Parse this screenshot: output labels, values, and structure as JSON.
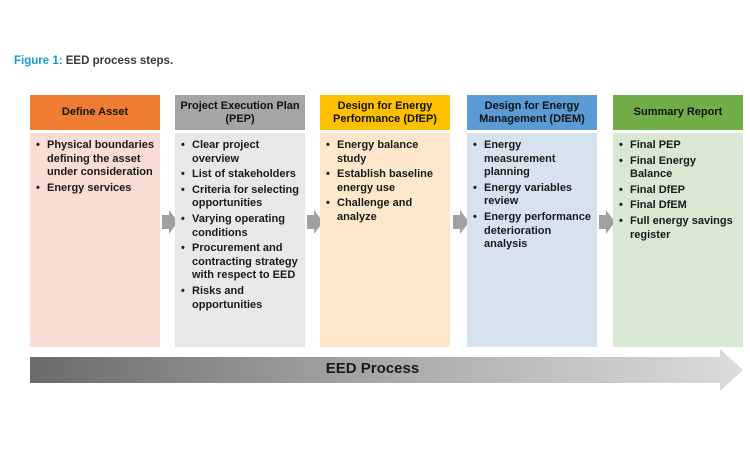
{
  "caption": {
    "lead": "Figure 1:",
    "text": "EED process steps."
  },
  "steps": [
    {
      "title": "Define Asset",
      "items": [
        "Physical boundaries defining the asset under consideration",
        "Energy services"
      ]
    },
    {
      "title": "Project Execution Plan (PEP)",
      "items": [
        "Clear project overview",
        "List of stakeholders",
        "Criteria for selecting opportunities",
        "Varying operating conditions",
        "Procurement and contracting strategy with respect to EED",
        "Risks and opportunities"
      ]
    },
    {
      "title": "Design for Energy Performance (DfEP)",
      "items": [
        "Energy balance study",
        "Establish baseline energy use",
        "Challenge and analyze"
      ]
    },
    {
      "title": "Design for Energy Management (DfEM)",
      "items": [
        "Energy measurement planning",
        "Energy variables review",
        "Energy performance deterioration analysis"
      ]
    },
    {
      "title": "Summary Report",
      "items": [
        "Final PEP",
        "Final Energy Balance",
        "Final DfEP",
        "Final DfEM",
        "Full energy savings register"
      ]
    }
  ],
  "process_label": "EED Process",
  "colors": {
    "caption_lead": "#1a9bd7",
    "define_asset": "#ef7d31",
    "pep": "#a5a5a5",
    "dfep": "#ffc000",
    "dfem": "#5b9bd5",
    "summary": "#70ad47"
  }
}
